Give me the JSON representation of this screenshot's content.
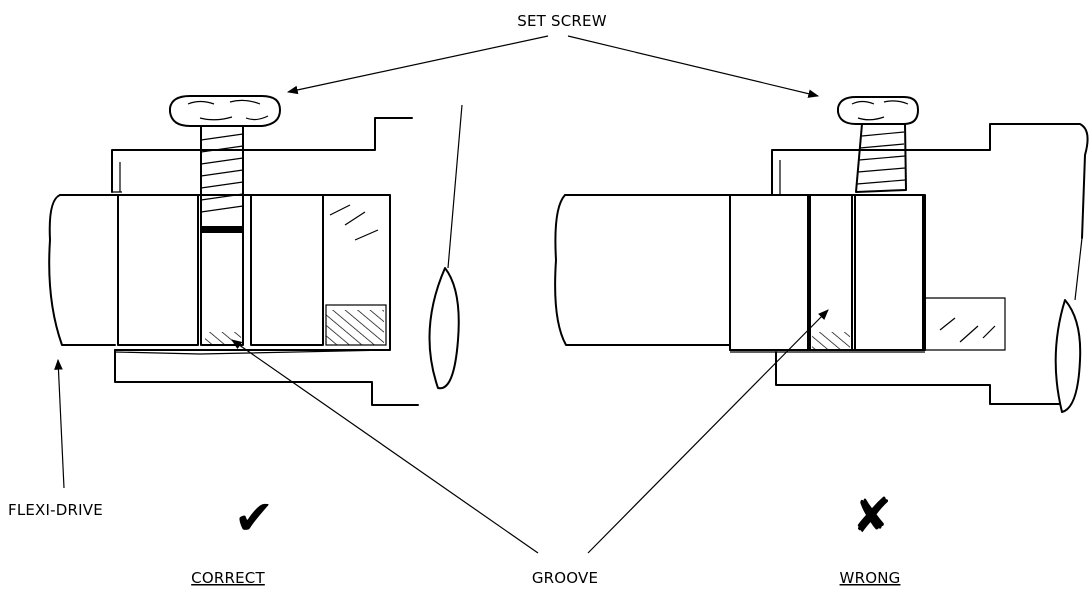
{
  "labels": {
    "set_screw": "SET SCREW",
    "flexi_drive": "FLEXI-DRIVE",
    "groove": "GROOVE",
    "correct": "CORRECT",
    "wrong": "WRONG"
  },
  "symbols": {
    "correct_mark": "✔",
    "wrong_mark": "✘",
    "correct_mark_icon": "checkmark-icon",
    "wrong_mark_icon": "cross-icon"
  }
}
